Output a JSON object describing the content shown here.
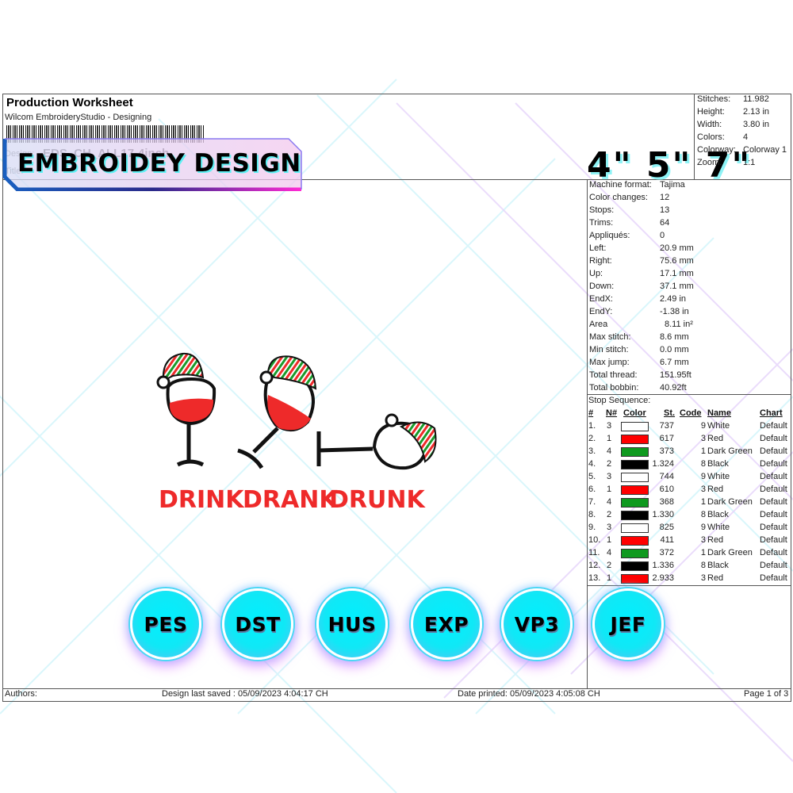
{
  "header": {
    "title": "Production Worksheet",
    "subtitle": "Wilcom EmbroideryStudio - Designing",
    "design_label": "Design:",
    "design_value": "EDS_CH_ALL17-4inch",
    "title_label": "Title:"
  },
  "banner": {
    "text": "EMBROIDEY DESIGN",
    "sizes": "4\" 5\" 7\""
  },
  "summary": [
    {
      "label": "Stitches:",
      "value": "11.982"
    },
    {
      "label": "Height:",
      "value": "2.13 in"
    },
    {
      "label": "Width:",
      "value": "3.80 in"
    },
    {
      "label": "Colors:",
      "value": "4"
    },
    {
      "label": "Colorway:",
      "value": "Colorway 1"
    },
    {
      "label": "Zoom:",
      "value": "1:1"
    }
  ],
  "details": [
    {
      "label": "Machine format:",
      "value": "Tajima"
    },
    {
      "label": "Color changes:",
      "value": "12"
    },
    {
      "label": "Stops:",
      "value": "13"
    },
    {
      "label": "Trims:",
      "value": "64"
    },
    {
      "label": "Appliqués:",
      "value": "0"
    },
    {
      "label": "Left:",
      "value": "20.9 mm"
    },
    {
      "label": "Right:",
      "value": "75.6 mm"
    },
    {
      "label": "Up:",
      "value": "17.1 mm"
    },
    {
      "label": "Down:",
      "value": "37.1 mm"
    },
    {
      "label": "EndX:",
      "value": "2.49 in"
    },
    {
      "label": "EndY:",
      "value": "-1.38 in"
    },
    {
      "label": "Area",
      "value": "8.11 in²"
    },
    {
      "label": "Max stitch:",
      "value": "8.6 mm"
    },
    {
      "label": "Min stitch:",
      "value": "0.0 mm"
    },
    {
      "label": "Max jump:",
      "value": "6.7 mm"
    },
    {
      "label": "Total thread:",
      "value": "151.95ft"
    },
    {
      "label": "Total bobbin:",
      "value": "40.92ft"
    }
  ],
  "stop_sequence": {
    "title": "Stop Sequence:",
    "headers": {
      "num": "#",
      "needle": "N#",
      "color": "Color",
      "stitches": "St.",
      "code": "Code",
      "name": "Name",
      "chart": "Chart"
    },
    "rows": [
      {
        "num": "1.",
        "needle": "3",
        "color": "#ffffff",
        "stitches": "737",
        "code": "9",
        "name": "White",
        "chart": "Default"
      },
      {
        "num": "2.",
        "needle": "1",
        "color": "#ff0000",
        "stitches": "617",
        "code": "3",
        "name": "Red",
        "chart": "Default"
      },
      {
        "num": "3.",
        "needle": "4",
        "color": "#0f9a1f",
        "stitches": "373",
        "code": "1",
        "name": "Dark Green",
        "chart": "Default"
      },
      {
        "num": "4.",
        "needle": "2",
        "color": "#000000",
        "stitches": "1.324",
        "code": "8",
        "name": "Black",
        "chart": "Default"
      },
      {
        "num": "5.",
        "needle": "3",
        "color": "#ffffff",
        "stitches": "744",
        "code": "9",
        "name": "White",
        "chart": "Default"
      },
      {
        "num": "6.",
        "needle": "1",
        "color": "#ff0000",
        "stitches": "610",
        "code": "3",
        "name": "Red",
        "chart": "Default"
      },
      {
        "num": "7.",
        "needle": "4",
        "color": "#0f9a1f",
        "stitches": "368",
        "code": "1",
        "name": "Dark Green",
        "chart": "Default"
      },
      {
        "num": "8.",
        "needle": "2",
        "color": "#000000",
        "stitches": "1.330",
        "code": "8",
        "name": "Black",
        "chart": "Default"
      },
      {
        "num": "9.",
        "needle": "3",
        "color": "#ffffff",
        "stitches": "825",
        "code": "9",
        "name": "White",
        "chart": "Default"
      },
      {
        "num": "10.",
        "needle": "1",
        "color": "#ff0000",
        "stitches": "411",
        "code": "3",
        "name": "Red",
        "chart": "Default"
      },
      {
        "num": "11.",
        "needle": "4",
        "color": "#0f9a1f",
        "stitches": "372",
        "code": "1",
        "name": "Dark Green",
        "chart": "Default"
      },
      {
        "num": "12.",
        "needle": "2",
        "color": "#000000",
        "stitches": "1.336",
        "code": "8",
        "name": "Black",
        "chart": "Default"
      },
      {
        "num": "13.",
        "needle": "1",
        "color": "#ff0000",
        "stitches": "2.933",
        "code": "3",
        "name": "Red",
        "chart": "Default"
      }
    ]
  },
  "artwork": {
    "words": [
      "DRINK",
      "DRANK",
      "DRUNK"
    ],
    "colors": {
      "red": "#ee2a2a",
      "green": "#1a9a2a",
      "black": "#111111"
    }
  },
  "formats": [
    "PES",
    "DST",
    "HUS",
    "EXP",
    "VP3",
    "JEF"
  ],
  "footer": {
    "authors": "Authors:",
    "last_saved": "Design last saved : 05/09/2023 4:04:17 CH",
    "printed": "Date printed: 05/09/2023 4:05:08 CH",
    "page": "Page 1 of 3"
  }
}
